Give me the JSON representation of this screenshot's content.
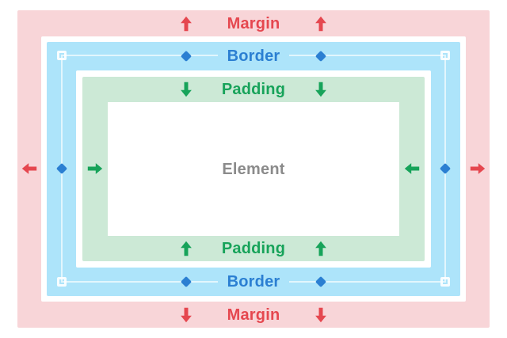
{
  "colors": {
    "page_bg": "#ffffff",
    "margin_bg": "#f8d5d8",
    "border_bg": "#ade4fa",
    "padding_bg": "#cce9d6",
    "element_bg": "#ffffff",
    "margin_accent": "#e5474f",
    "border_accent": "#2b7fd2",
    "padding_accent": "#17a35a",
    "element_text": "#8b8b8b"
  },
  "labels": {
    "margin_top": "Margin",
    "border_top": "Border",
    "padding_top": "Padding",
    "element": "Element",
    "padding_bottom": "Padding",
    "border_bottom": "Border",
    "margin_bottom": "Margin"
  },
  "icons": {
    "arrow_up": "↑",
    "arrow_down": "↓",
    "arrow_left": "←",
    "arrow_right": "→",
    "diamond_marker": "◆",
    "corner_handle": "□"
  }
}
